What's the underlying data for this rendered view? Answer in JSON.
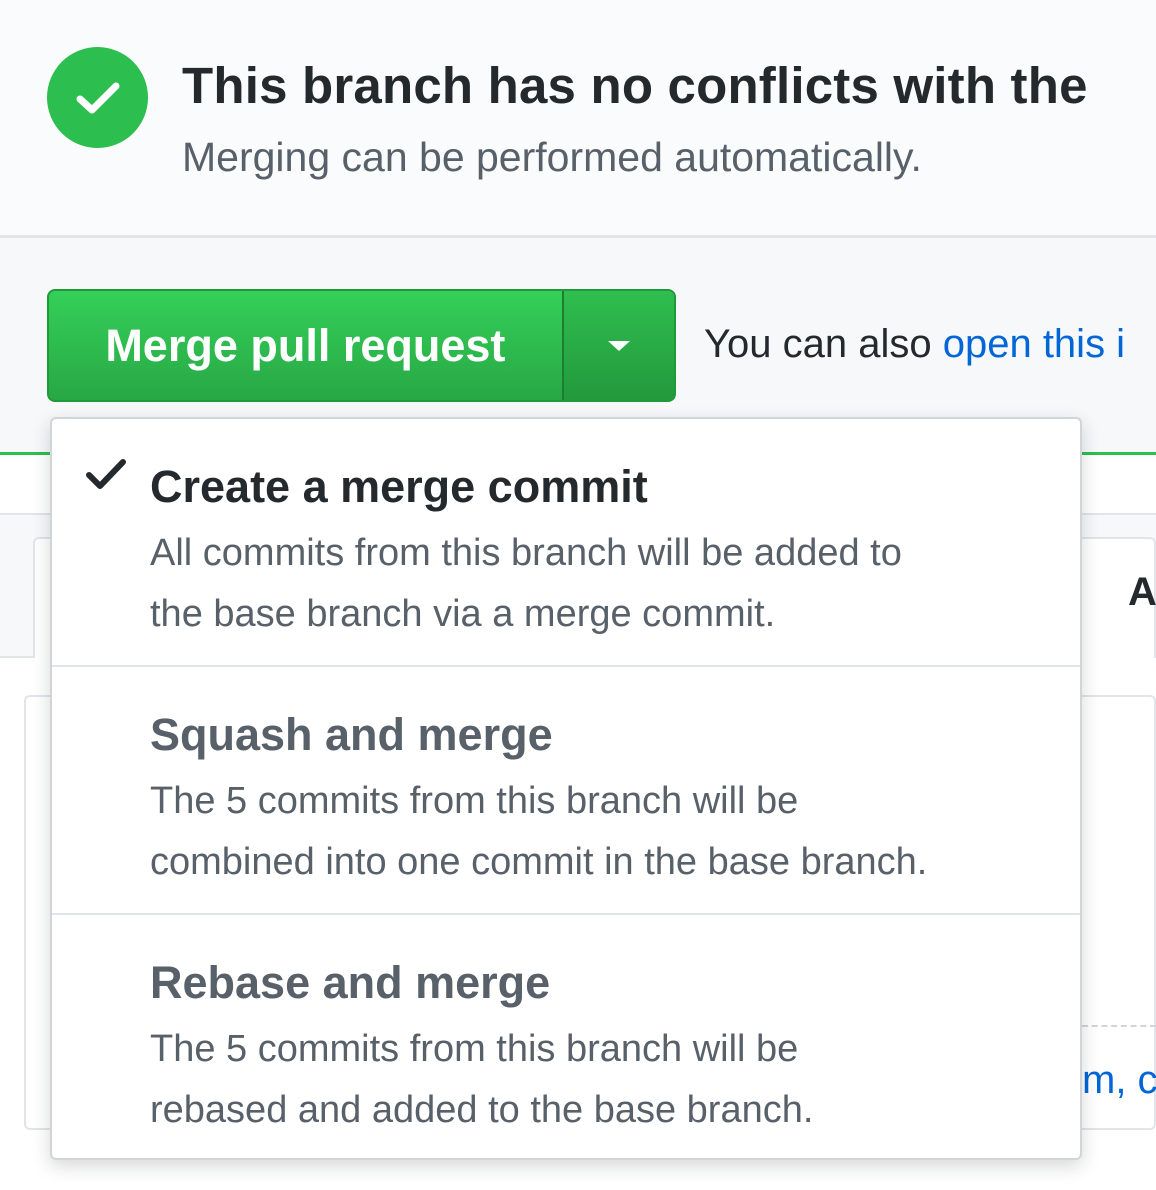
{
  "status": {
    "title": "This branch has no conflicts with the",
    "subtitle": "Merging can be performed automatically.",
    "icon": "check-circle-icon",
    "color": "#2cbe4e"
  },
  "merge": {
    "button_label": "Merge pull request",
    "caret_icon": "caret-down-icon",
    "also_text": "You can also ",
    "also_link": "open this i",
    "button_color": "#2ea44f"
  },
  "menu": {
    "items": [
      {
        "title": "Create a merge commit",
        "line1": "All commits from this branch will be added to",
        "line2": "the base branch via a merge commit.",
        "selected": true
      },
      {
        "title": "Squash and merge",
        "line1": "The 5 commits from this branch will be",
        "line2": "combined into one commit in the base branch.",
        "selected": false
      },
      {
        "title": "Rebase and merge",
        "line1": "The 5 commits from this branch will be",
        "line2": "rebased and added to the base branch.",
        "selected": false
      }
    ]
  },
  "background": {
    "tab_letter": "A",
    "link_fragment": "m, c"
  },
  "colors": {
    "link": "#0366d6",
    "muted_text": "#586069",
    "border": "#e1e4e8"
  }
}
